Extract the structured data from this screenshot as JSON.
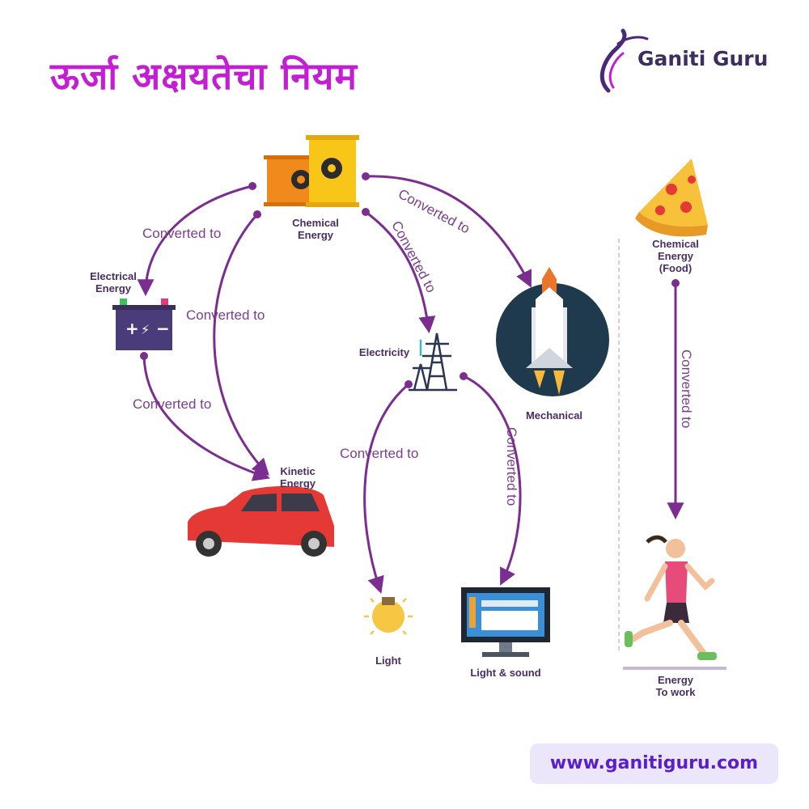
{
  "title": "ऊर्जा अक्षयतेचा नियम",
  "brand": {
    "name": "Ganiti Guru",
    "logo_icon": "ganiti-guru-logo-icon"
  },
  "website": "www.ganitiguru.com",
  "colors": {
    "title": "#c41ed4",
    "arrow": "#7b2d90",
    "url_text": "#5a20c8",
    "url_bg": "#ece6fb",
    "label": "#4a2d63"
  },
  "nodes": {
    "chemical": {
      "label_line1": "Chemical",
      "label_line2": "Energy",
      "icon": "fuel-barrels-icon"
    },
    "electrical": {
      "label_line1": "Electrical",
      "label_line2": "Energy",
      "icon": "battery-icon"
    },
    "kinetic": {
      "label_line1": "Kinetic",
      "label_line2": "Energy",
      "icon": "red-car-icon"
    },
    "electricity": {
      "label": "Electricity",
      "icon": "power-tower-icon"
    },
    "mechanical": {
      "label": "Mechanical",
      "icon": "space-shuttle-icon"
    },
    "light": {
      "label": "Light",
      "icon": "light-bulb-icon"
    },
    "light_sound": {
      "label": "Light & sound",
      "icon": "computer-monitor-icon"
    },
    "food": {
      "label_line1": "Chemical",
      "label_line2": "Energy",
      "label_line3": "(Food)",
      "icon": "pizza-slice-icon"
    },
    "work": {
      "label_line1": "Energy",
      "label_line2": "To work",
      "icon": "runner-icon"
    }
  },
  "edges": {
    "chem_to_electrical": "Converted to",
    "chem_to_kinetic": "Converted to",
    "electrical_to_kinetic": "Converted to",
    "chem_to_electricity": "Converted to",
    "chem_to_mechanical": "Converted to",
    "electricity_to_light": "Converted to",
    "electricity_to_lightsound": "Converted to",
    "food_to_work": "Converted to"
  }
}
